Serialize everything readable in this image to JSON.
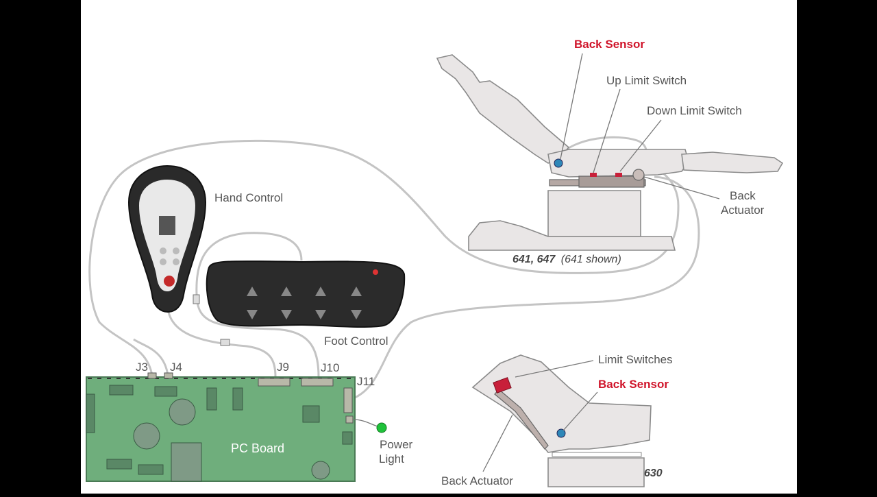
{
  "labels": {
    "back_sensor_top": "Back Sensor",
    "up_limit_switch": "Up Limit Switch",
    "down_limit_switch": "Down Limit Switch",
    "back_actuator_line1": "Back",
    "back_actuator_line2": "Actuator",
    "hand_control": "Hand Control",
    "foot_control": "Foot Control",
    "model_numbers": "641, 647",
    "model_note": "(641 shown)",
    "limit_switches": "Limit Switches",
    "back_sensor_bottom": "Back Sensor",
    "back_actuator_bottom": "Back Actuator",
    "model_630": "630",
    "pc_board": "PC Board",
    "power_light_line1": "Power",
    "power_light_line2": "Light",
    "j3": "J3",
    "j4": "J4",
    "j9": "J9",
    "j10": "J10",
    "j11": "J11"
  },
  "colors": {
    "board": "#6fae7c",
    "sensor": "#2e87b8",
    "power_light": "#1fc23a",
    "accent_red": "#d0152b"
  }
}
